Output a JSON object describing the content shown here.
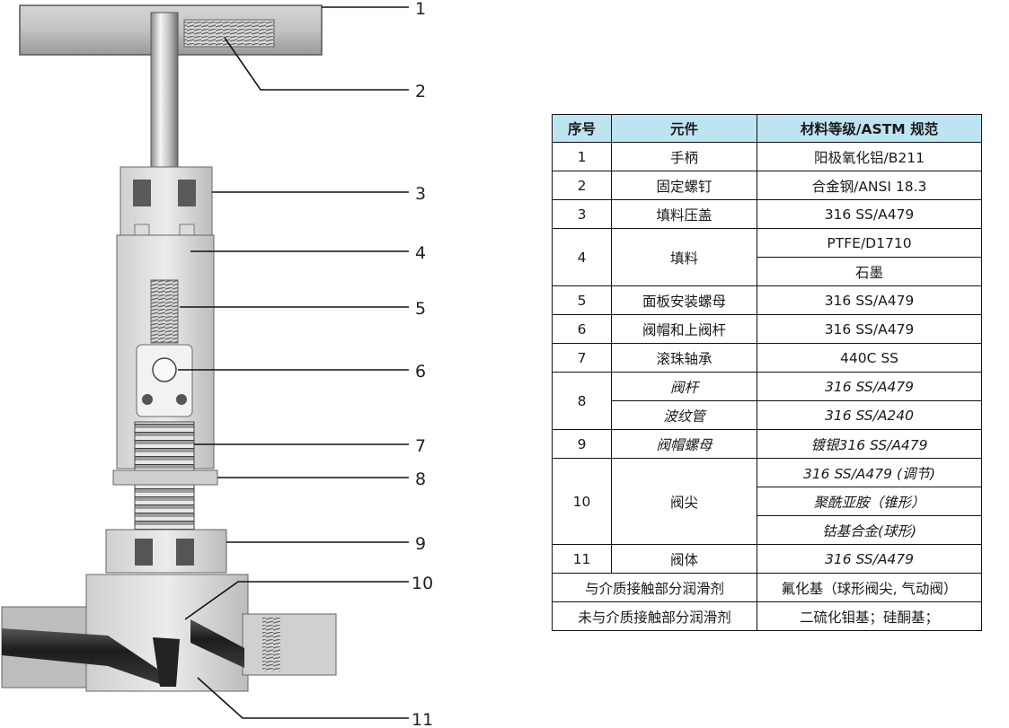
{
  "callouts": [
    "1",
    "2",
    "3",
    "4",
    "5",
    "6",
    "7",
    "8",
    "9",
    "10",
    "11"
  ],
  "table": {
    "headers": [
      "序号",
      "元件",
      "材料等级/ASTM 规范"
    ],
    "rows": [
      {
        "no": "1",
        "part": "手柄",
        "material": "阳极氧化铝/B211"
      },
      {
        "no": "2",
        "part": "固定螺钉",
        "material": "合金钢/ANSI 18.3"
      },
      {
        "no": "3",
        "part": "填料压盖",
        "material": "316 SS/A479"
      },
      {
        "no": "4",
        "part": "填料",
        "material": "PTFE/D1710",
        "material2": "石墨"
      },
      {
        "no": "5",
        "part": "面板安装螺母",
        "material": "316 SS/A479"
      },
      {
        "no": "6",
        "part": "阀帽和上阀杆",
        "material": "316 SS/A479"
      },
      {
        "no": "7",
        "part": "滚珠轴承",
        "material": "440C SS"
      },
      {
        "no": "8",
        "part": "阀杆",
        "material": "316 SS/A479",
        "part2": "波纹管",
        "material2": "316 SS/A240"
      },
      {
        "no": "9",
        "part": "阀帽螺母",
        "material": "镀银316 SS/A479"
      },
      {
        "no": "10",
        "part": "阀尖",
        "material": "316 SS/A479 (调节)",
        "material2": "聚酰亚胺（锥形）",
        "material3": "钴基合金(球形)"
      },
      {
        "no": "11",
        "part": "阀体",
        "material": "316 SS/A479"
      }
    ],
    "lubricant_wetted_label": "与介质接触部分润滑剂",
    "lubricant_wetted_value": "氟化基（球形阀尖, 气动阀）",
    "lubricant_nonwetted_label": "未与介质接触部分润滑剂",
    "lubricant_nonwetted_value": "二硫化钼基；硅酮基；"
  },
  "colors": {
    "header_bg": "#bfe4f1",
    "metal_light": "#e6e6e6",
    "metal_mid": "#a9a9a9",
    "metal_dark": "#444444"
  }
}
